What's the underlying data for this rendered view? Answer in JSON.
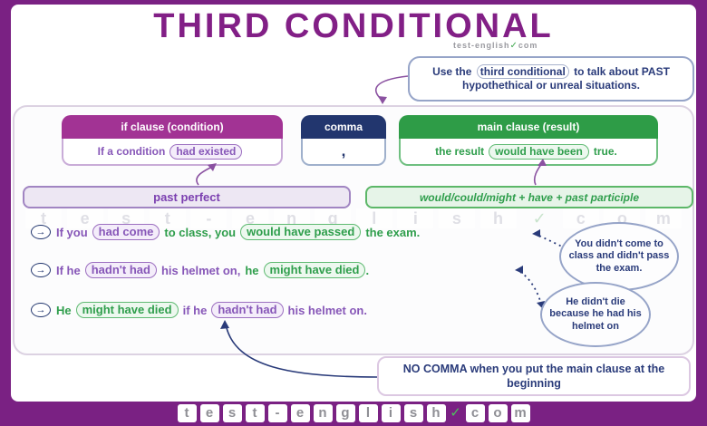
{
  "colors": {
    "frame_purple": "#7A2183",
    "title_purple": "#821F86",
    "magenta_header": "#A23394",
    "navy": "#22366E",
    "green_header": "#2E9C47",
    "purple_text": "#8757B8",
    "green_text": "#2F9E4C"
  },
  "icons": {
    "bullet_arrow": "→",
    "check": "✓"
  },
  "header": {
    "title": "THIRD CONDITIONAL",
    "brand": {
      "name": "test-english",
      "check": "✓",
      "tld": "com"
    }
  },
  "top_callout": {
    "before": "Use the",
    "highlight": "third conditional",
    "after": "to talk about PAST hypothethical or unreal situations."
  },
  "clause_boxes": [
    {
      "header": "if clause (condition)",
      "parts": [
        {
          "t": "If a condition",
          "c": "p"
        },
        {
          "t": "had existed",
          "c": "p",
          "pill": true
        }
      ]
    },
    {
      "header": "comma",
      "parts": [
        {
          "t": ",",
          "c": "n"
        }
      ]
    },
    {
      "header": "main clause (result)",
      "parts": [
        {
          "t": "the result",
          "c": "g"
        },
        {
          "t": "would have been",
          "c": "g",
          "pill": true
        },
        {
          "t": "true.",
          "c": "g"
        }
      ]
    }
  ],
  "bars": [
    {
      "label": "past perfect"
    },
    {
      "label": "would/could/might + have + past participle"
    }
  ],
  "watermark": {
    "letters": [
      "t",
      "e",
      "s",
      "t",
      "-",
      "e",
      "n",
      "g",
      "l",
      "i",
      "s",
      "h",
      "✓",
      "c",
      "o",
      "m"
    ]
  },
  "sentences": [
    {
      "parts": [
        {
          "t": "If you",
          "c": "p"
        },
        {
          "t": "had come",
          "c": "p",
          "pill": true
        },
        {
          "t": "to class, you",
          "c": "g"
        },
        {
          "t": "would have passed",
          "c": "g",
          "pill": true
        },
        {
          "t": "the exam.",
          "c": "g"
        }
      ]
    },
    {
      "parts": [
        {
          "t": "If he",
          "c": "p"
        },
        {
          "t": "hadn't had",
          "c": "p",
          "pill": true
        },
        {
          "t": "his helmet on,",
          "c": "p"
        },
        {
          "t": "he",
          "c": "g"
        },
        {
          "t": "might have died",
          "c": "g",
          "pill": true
        },
        {
          "t": ".",
          "c": "g",
          "tight": true
        }
      ]
    },
    {
      "parts": [
        {
          "t": "He",
          "c": "g"
        },
        {
          "t": "might have died",
          "c": "g",
          "pill": true
        },
        {
          "t": "if he",
          "c": "p"
        },
        {
          "t": "hadn't had",
          "c": "p",
          "pill": true
        },
        {
          "t": "his helmet on.",
          "c": "p"
        }
      ]
    }
  ],
  "circles": [
    {
      "text": "You didn't come to class and didn't pass the exam."
    },
    {
      "text": "He didn't die because he had his helmet on"
    }
  ],
  "bottom_callout": {
    "text": "NO COMMA when you put the main clause at the beginning"
  },
  "footer": {
    "letters": [
      "t",
      "e",
      "s",
      "t",
      "-",
      "e",
      "n",
      "g",
      "l",
      "i",
      "s",
      "h",
      "✓",
      "c",
      "o",
      "m"
    ]
  }
}
